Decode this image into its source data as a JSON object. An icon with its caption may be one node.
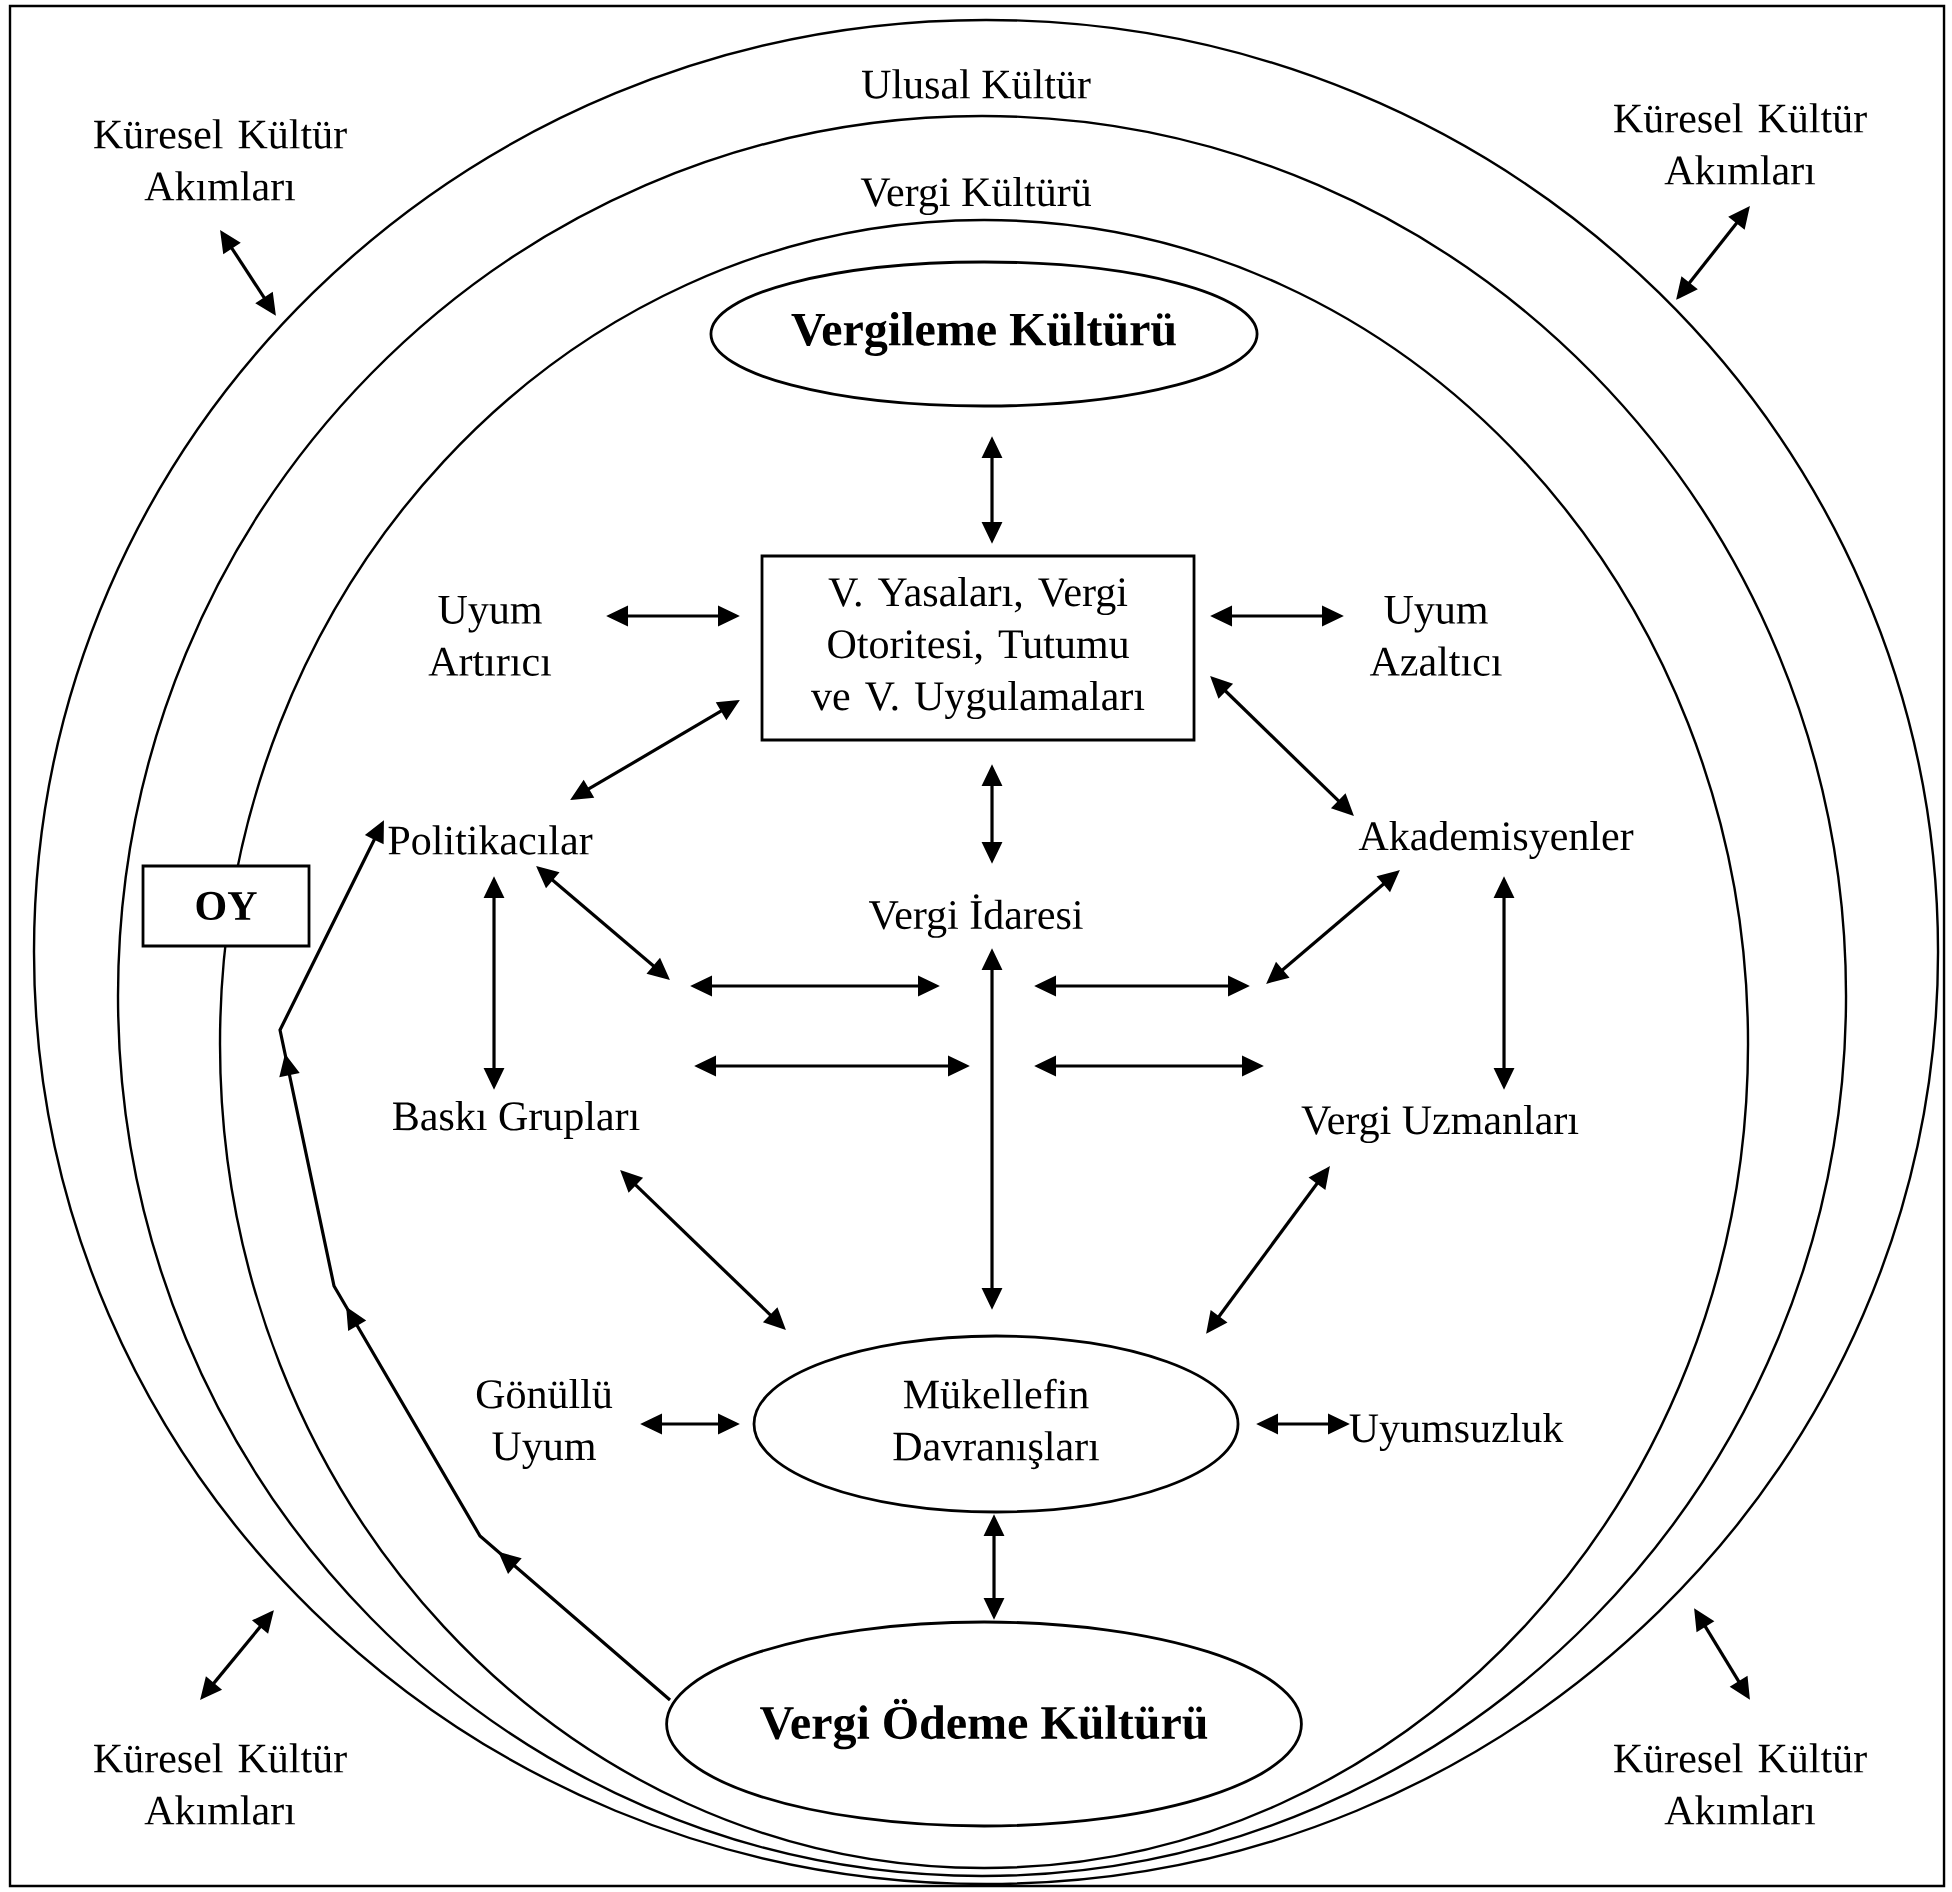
{
  "diagram": {
    "nodes": [
      {
        "text": [
          "Ulusal Kültür"
        ]
      },
      {
        "text": [
          "Vergi Kültürü"
        ],
        "in": 0
      },
      {
        "text": [],
        "shape": "circle",
        "in": 1
      },
      {
        "text": [
          "Küresel Kültür Akımları"
        ]
      },
      {
        "text": [
          "Küresel Kültür Akımları"
        ]
      },
      {
        "text": [
          "Vergileme Kültürü"
        ],
        "in": 2
      },
      {
        "text": [
          "Uyum Artırıcı"
        ],
        "in": 2
      },
      {
        "text": [
          "V. Yasaları, Vergi Otoritesi, Tutumu ve V. Uygulamaları"
        ],
        "in": 2
      },
      {
        "text": [
          "Uyum Azaltıcı"
        ],
        "in": 2
      },
      {
        "text": [
          "OY"
        ],
        "in": 1
      },
      {
        "text": [
          "Politikacılar"
        ],
        "in": 2
      },
      {
        "text": [
          "Vergi İdaresi"
        ],
        "in": 2
      },
      {
        "text": [
          "Akademisyenler"
        ],
        "in": 2
      },
      {
        "text": [
          "Baskı Grupları"
        ],
        "in": 2
      },
      {
        "text": [
          "Vergi Uzmanları"
        ],
        "in": 2
      },
      {
        "text": [
          "Gönüllü Uyum"
        ],
        "in": 2
      },
      {
        "text": [
          "Mükellefin Davranışları"
        ],
        "in": 2
      },
      {
        "text": [
          "Uyumsuzluk"
        ],
        "in": 2
      },
      {
        "text": [
          "Vergi Ödeme Kültürü"
        ],
        "in": 2
      },
      {
        "text": [
          "Küresel Kültür Akımları"
        ]
      },
      {
        "text": [
          "Küresel Kültür Akımları"
        ]
      }
    ],
    "edges": [
      {
        "from": 3,
        "to": 0,
        "arrow": "both"
      },
      {
        "from": 4,
        "to": 0,
        "arrow": "both"
      },
      {
        "from": 5,
        "to": 7,
        "arrow": "both"
      },
      {
        "from": 6,
        "to": 7,
        "arrow": "both"
      },
      {
        "from": 7,
        "to": 8,
        "arrow": "both"
      },
      {
        "from": 7,
        "to": 10,
        "arrow": "both"
      },
      {
        "from": 7,
        "to": 12,
        "arrow": "both"
      },
      {
        "from": 7,
        "to": 11,
        "arrow": "both"
      },
      {
        "from": 10,
        "to": null,
        "arrow": "both"
      },
      {
        "from": 12,
        "to": null,
        "arrow": "both"
      },
      {
        "from": 10,
        "to": 13,
        "arrow": "both"
      },
      {
        "from": 12,
        "to": 14,
        "arrow": "both"
      },
      {
        "from": 11,
        "to": 16,
        "arrow": "both"
      },
      {
        "from": 13,
        "to": null,
        "arrow": "both"
      },
      {
        "from": 14,
        "to": null,
        "arrow": "both"
      },
      {
        "from": 13,
        "to": 16,
        "arrow": "both"
      },
      {
        "from": 14,
        "to": 16,
        "arrow": "both"
      },
      {
        "from": 15,
        "to": 16,
        "arrow": "both"
      },
      {
        "from": 16,
        "to": 17,
        "arrow": "both"
      },
      {
        "from": 16,
        "to": 18,
        "arrow": "both"
      },
      {
        "from": 18,
        "to": 10,
        "arrow": "to"
      },
      {
        "from": 19,
        "to": 0,
        "arrow": "both"
      },
      {
        "from": 20,
        "to": 0,
        "arrow": "both"
      }
    ]
  }
}
